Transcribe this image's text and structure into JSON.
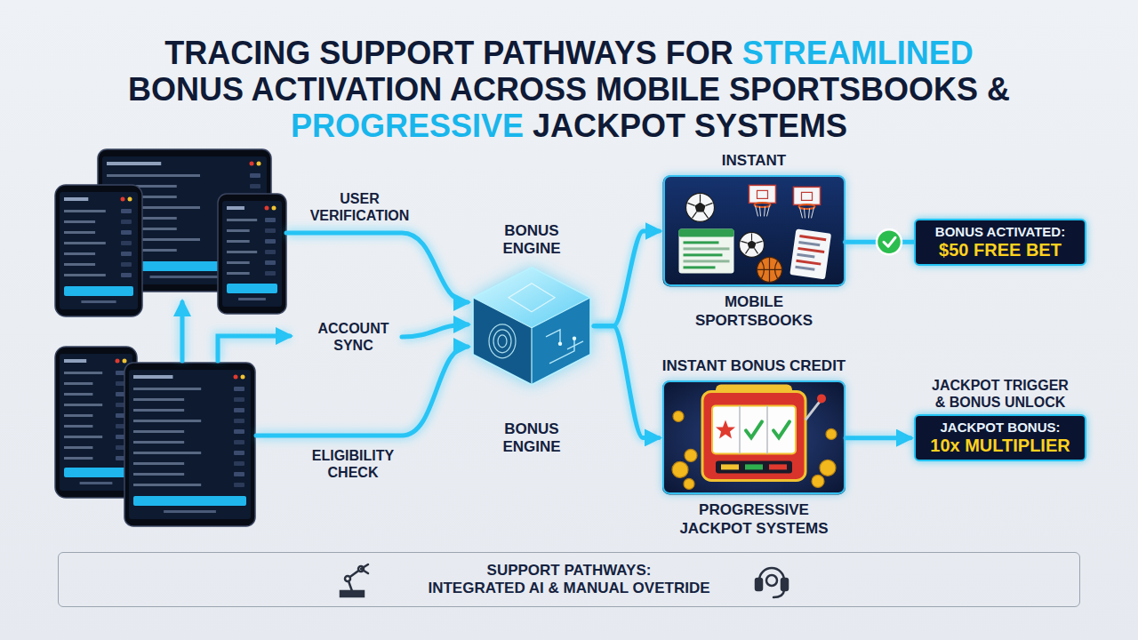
{
  "diagram": {
    "title": "TRACING SUPPORT PATHWAYS FOR STREAMLINED BONUS ACTIVATION ACROSS MOBILE SPORTSBOOKS & PROGRESSIVE JACKPOT SYSTEMS",
    "nodes": [
      {
        "text": [
          "BONUS ENGINE",
          "BONUS ENGINE"
        ]
      },
      {
        "text": [
          "INSTANT",
          "MOBILE SPORTSBOOKS"
        ]
      },
      {
        "text": [
          "BONUS ACTIVATED:",
          "$50 FREE BET"
        ]
      },
      {
        "text": [
          "INSTANT BONUS CREDIT",
          "PROGRESSIVE JACKPOT SYSTEMS"
        ]
      },
      {
        "text": [
          "JACKPOT TRIGGER & BONUS UNLOCK",
          "JACKPOT BONUS:",
          "10x MULTIPLIER"
        ]
      },
      {
        "text": [
          "SUPPORT PATHWAYS:",
          "INTEGRATED AI & MANUAL OVETRIDE"
        ]
      }
    ],
    "edges": [
      {
        "from": 0,
        "to": 1,
        "arrow": "to"
      },
      {
        "from": 0,
        "to": 3,
        "arrow": "to"
      },
      {
        "from": 1,
        "to": 2,
        "arrow": "none"
      },
      {
        "from": 3,
        "to": 4,
        "arrow": "to"
      }
    ],
    "labels": [
      "USER VERIFICATION",
      "ACCOUNT SYNC",
      "ELIGIBILITY CHECK"
    ]
  }
}
